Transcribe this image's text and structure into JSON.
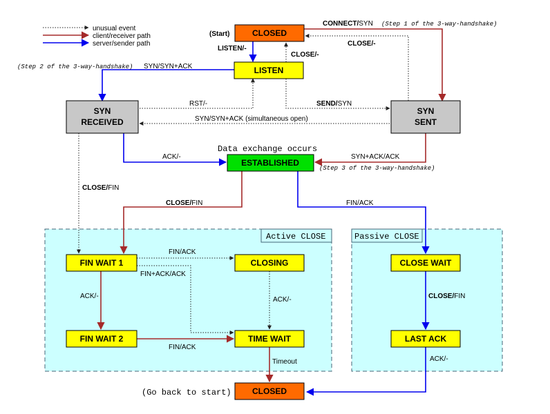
{
  "colors": {
    "closed": "#ff6a00",
    "normal": "#ffff00",
    "established": "#00e000",
    "syn_state": "#c8c8c8",
    "client_path": "#a52a2a",
    "server_path": "#0000ee",
    "unusual": "#222222",
    "zone_fill": "#ccffff"
  },
  "legend": {
    "unusual": "unusual event",
    "client": "client/receiver path",
    "server": "server/sender path"
  },
  "states": {
    "closed_top": "CLOSED",
    "listen": "LISTEN",
    "syn_received_1": "SYN",
    "syn_received_2": "RECEIVED",
    "syn_sent_1": "SYN",
    "syn_sent_2": "SENT",
    "established": "ESTABLISHED",
    "fin_wait_1": "FIN WAIT 1",
    "fin_wait_2": "FIN WAIT 2",
    "closing": "CLOSING",
    "time_wait": "TIME WAIT",
    "close_wait": "CLOSE WAIT",
    "last_ack": "LAST ACK",
    "closed_bottom": "CLOSED"
  },
  "zones": {
    "active": "Active CLOSE",
    "passive": "Passive CLOSE"
  },
  "labels": {
    "start": "(Start)",
    "go_back": "(Go back to start)",
    "data_exchange": "Data exchange occurs",
    "connect_b": "CONNECT/",
    "connect_n": "SYN",
    "step1": "(Step 1 of the 3-way-handshake)",
    "close_sent": "CLOSE/-",
    "listen_evt": "LISTEN/-",
    "close_listen": "CLOSE/-",
    "step2": "(Step 2 of the 3-way-handshake)",
    "syn_synack": "SYN/SYN+ACK",
    "rst": "RST/-",
    "send_b": "SEND/",
    "send_n": "SYN",
    "simultaneous": "SYN/SYN+ACK (simultaneous open)",
    "ack_est": "ACK/-",
    "synack_ack": "SYN+ACK/ACK",
    "step3": "(Step 3 of the 3-way-handshake)",
    "close_fin_b": "CLOSE/",
    "close_fin_n": "FIN",
    "close_fin2_b": "CLOSE/",
    "close_fin2_n": "FIN",
    "fin_ack_est": "FIN/ACK",
    "fin_ack_closing": "FIN/ACK",
    "fin_ack_ack": "FIN+ACK/ACK",
    "ack_fw2": "ACK/-",
    "ack_tw": "ACK/-",
    "fin_ack_fw2": "FIN/ACK",
    "close_fin3_b": "CLOSE/",
    "close_fin3_n": "FIN",
    "timeout": "Timeout",
    "ack_lastack": "ACK/-"
  }
}
